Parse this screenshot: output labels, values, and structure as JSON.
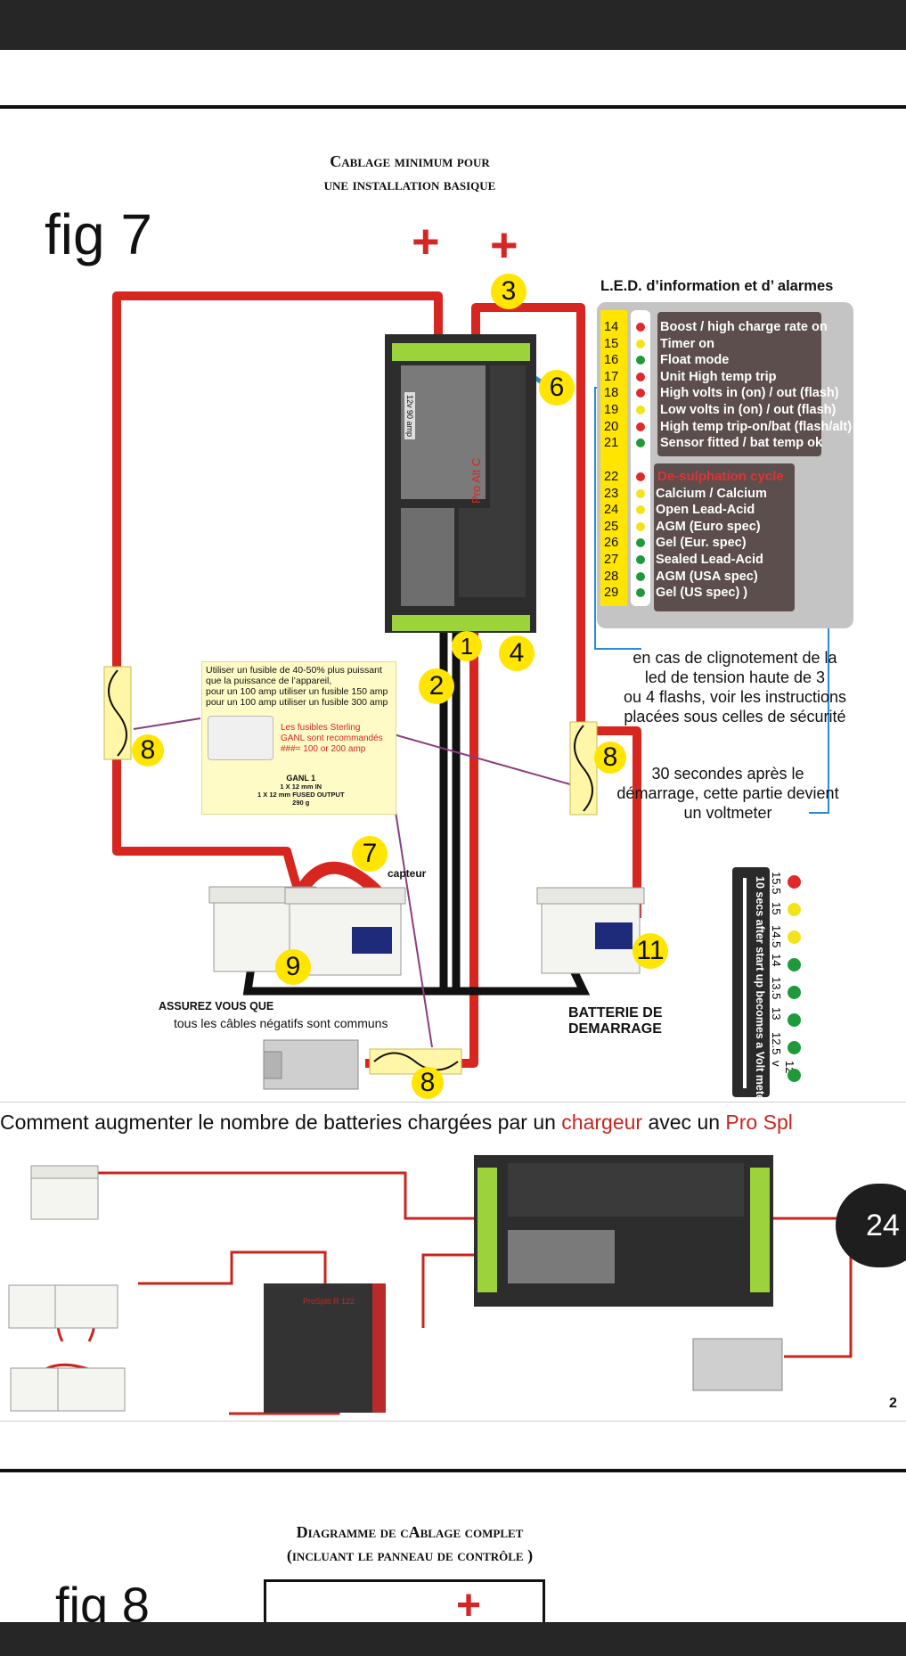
{
  "section1": {
    "title_line1": "Cablage minimum pour",
    "title_line2": "une installation basique",
    "fig_label": "fig 7",
    "plus_signs": [
      "+",
      "+"
    ],
    "callouts": [
      "1",
      "2",
      "3",
      "4",
      "6",
      "7",
      "8",
      "8",
      "8",
      "8",
      "9",
      "11"
    ],
    "led_panel": {
      "title": "L.E.D. d’information et d’ alarmes",
      "rows": [
        {
          "num": "14",
          "color": "#e02a2a",
          "text": "Boost / high charge rate on"
        },
        {
          "num": "15",
          "color": "#f2e31a",
          "text": "Timer on"
        },
        {
          "num": "16",
          "color": "#1e9a3a",
          "text": "Float mode"
        },
        {
          "num": "17",
          "color": "#e02a2a",
          "text": "Unit High temp trip"
        },
        {
          "num": "18",
          "color": "#e02a2a",
          "text": "High volts in (on) / out (flash)"
        },
        {
          "num": "19",
          "color": "#f2e31a",
          "text": "Low volts in (on) / out (flash)"
        },
        {
          "num": "20",
          "color": "#e02a2a",
          "text": "High temp trip-on/bat (flash/alt)"
        },
        {
          "num": "21",
          "color": "#1e9a3a",
          "text": "Sensor fitted / bat temp ok"
        }
      ],
      "cycle_header": "De-sulphation cycle",
      "cycle_rows": [
        {
          "num": "22",
          "color": "#e02a2a",
          "text": ""
        },
        {
          "num": "23",
          "color": "#f2e31a",
          "text": "Calcium / Calcium"
        },
        {
          "num": "24",
          "color": "#f2e31a",
          "text": "Open Lead-Acid"
        },
        {
          "num": "25",
          "color": "#f2e31a",
          "text": "AGM (Euro spec)"
        },
        {
          "num": "26",
          "color": "#1e9a3a",
          "text": "Gel (Eur. spec)"
        },
        {
          "num": "27",
          "color": "#1e9a3a",
          "text": "Sealed Lead-Acid"
        },
        {
          "num": "28",
          "color": "#1e9a3a",
          "text": "AGM (USA spec)"
        },
        {
          "num": "29",
          "color": "#1e9a3a",
          "text": "Gel (US spec)  )"
        }
      ]
    },
    "flash_note": [
      "en cas de clignotement de la",
      "led de tension haute de 3",
      "ou  4 flashs, voir les instructions",
      "placées sous celles de sécurité"
    ],
    "voltmeter_note": [
      "30 secondes après le",
      "démarrage, cette partie devient",
      "un voltmeter"
    ],
    "fuse_box": {
      "text_lines": [
        "Utiliser  un fusible de 40-50% plus puissant",
        "que la puissance de l’appareil,",
        "pour un 100 amp utiliser un fusible 150 amp",
        "pour un 100 amp utiliser un fusible 300 amp"
      ],
      "red_lines": [
        "Les fusibles Sterling",
        "GANL sont recommandés",
        "###= 100 or 200 amp"
      ],
      "ganl_lines": [
        "GANL 1",
        "1 X 12 mm IN",
        "1 X 12 mm FUSED OUTPUT",
        "290 g"
      ]
    },
    "capteur_label": "capteur",
    "assurez_title": "ASSUREZ VOUS QUE",
    "assurez_text": "tous les câbles négatifs sont communs",
    "batterie_label_1": "BATTERIE DE",
    "batterie_label_2": "DEMARRAGE",
    "volt_scale": {
      "caption": "10 secs after start up becomes a Volt mete",
      "values": [
        "15.5",
        "15",
        "14.5",
        "14",
        "13.5",
        "13",
        "12.5",
        "12 v"
      ],
      "colors": [
        "#e02a2a",
        "#f2e31a",
        "#f2e31a",
        "#1e9a3a",
        "#1e9a3a",
        "#1e9a3a",
        "#1e9a3a",
        "#1e9a3a"
      ]
    },
    "device_label": "Pro Alt C",
    "device_amp": "12v 90 amp"
  },
  "section2": {
    "heading_pre": "Comment augmenter le nombre de batteries chargées par un",
    "heading_red1": "chargeur",
    "heading_mid": "avec un",
    "heading_red2": "Pro Spl",
    "prosplit_title": "ProSplit R 122",
    "page_number": "24",
    "corner_number": "2"
  },
  "section3": {
    "title_line1": "Diagramme de cAblage complet",
    "title_line2": "(incluant le panneau de contrôle )",
    "fig_label": "fig 8",
    "plus_sign": "+"
  }
}
